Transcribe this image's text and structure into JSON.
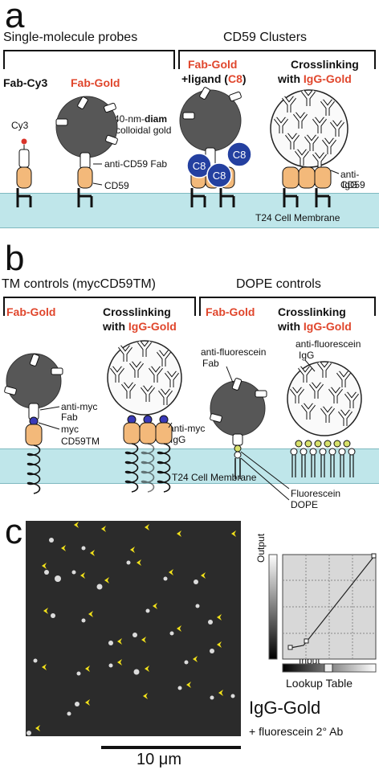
{
  "panel_a": {
    "letter": "a",
    "left_header": "Single-molecule probes",
    "right_header": "CD59 Clusters",
    "fab_cy3": "Fab-Cy3",
    "fab_gold": "Fab-Gold",
    "fab_gold_ligand_line1": "Fab-Gold",
    "fab_gold_ligand_line2a": "+ligand (",
    "fab_gold_ligand_c8": "C8",
    "fab_gold_ligand_line2b": ")",
    "crosslinking_line1": "Crosslinking",
    "crosslinking_line2a": "with ",
    "crosslinking_igg": "IgG-Gold",
    "cy3": "Cy3",
    "gold_label_line1a": "40-nm-",
    "gold_label_line1b": "diam",
    "gold_label_line2": "colloidal gold",
    "anti_cd59_fab": "anti-CD59 Fab",
    "cd59": "CD59",
    "c8": "C8",
    "anti_cd59_igg_line1": "anti-CD59",
    "anti_cd59_igg_line2": "IgG",
    "membrane": "T24 Cell Membrane"
  },
  "panel_b": {
    "letter": "b",
    "left_header": "TM controls (mycCD59TM)",
    "right_header": "DOPE controls",
    "fab_gold": "Fab-Gold",
    "crosslinking_line1": "Crosslinking",
    "crosslinking_line2a": "with ",
    "crosslinking_igg": "IgG-Gold",
    "anti_myc": "anti-myc",
    "fab": "Fab",
    "myc": "myc",
    "cd59tm": "CD59TM",
    "anti_myc_igg_line1": "anti-myc",
    "anti_myc_igg_line2": "IgG",
    "anti_fluorescein_fab_line1": "anti-fluorescein",
    "anti_fluorescein_fab_line2": "Fab",
    "anti_fluorescein_igg_line1": "anti-fluorescein",
    "anti_fluorescein_igg_line2": "IgG",
    "membrane": "T24 Cell Membrane",
    "fluorescein": "Fluorescein",
    "dope": "DOPE"
  },
  "panel_c": {
    "letter": "c",
    "lut_output": "Output",
    "lut_input": "Input",
    "lut_title": "Lookup Table",
    "igg_gold": "IgG-Gold",
    "secondary": "+ fluorescein 2° Ab",
    "scalebar": "10 μm"
  },
  "colors": {
    "gold_particle": "#575757",
    "protein": "#f3b97a",
    "membrane": "#bfe6ea",
    "c8": "#2440a0",
    "red_text": "#e0462c",
    "fluorescein": "#d7e06a",
    "arrowhead": "#f3e21a"
  }
}
